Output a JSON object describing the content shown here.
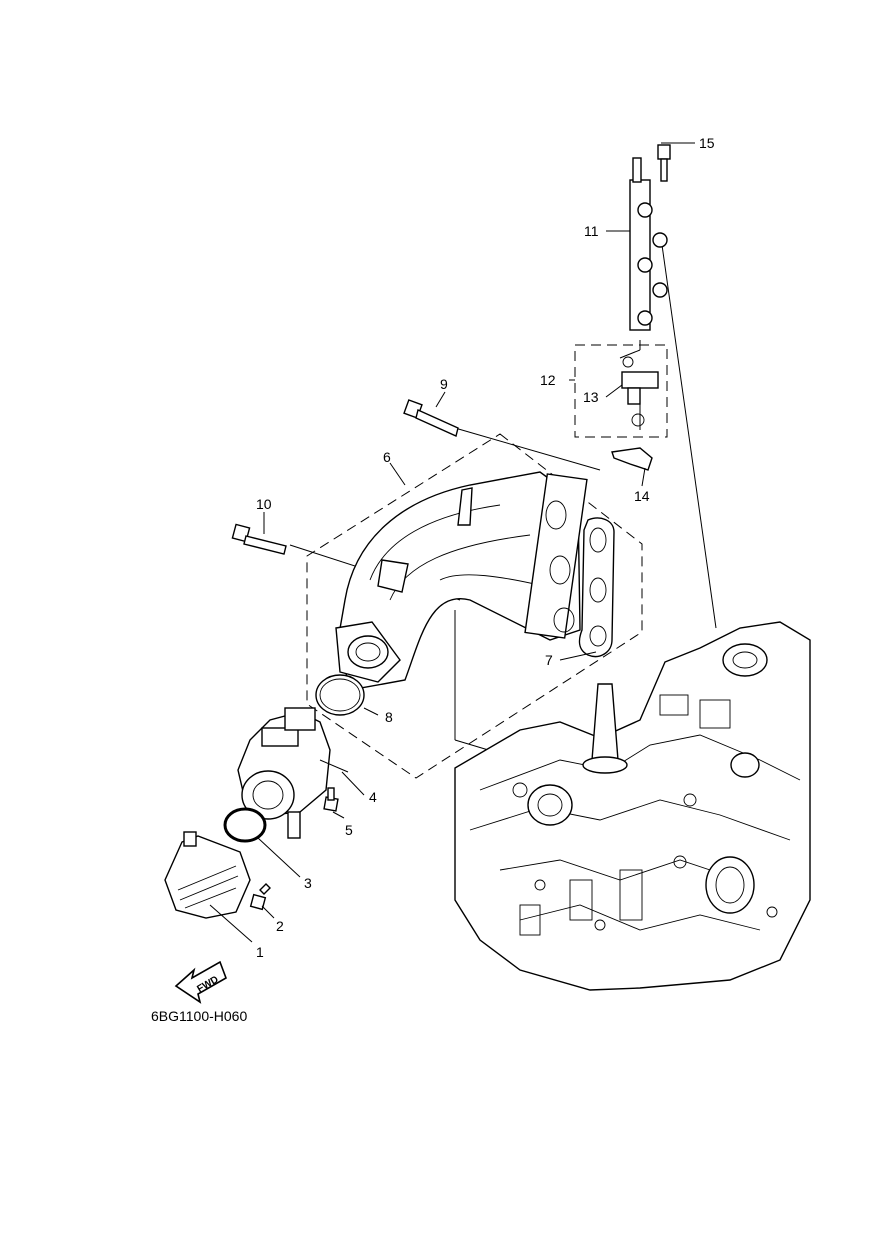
{
  "diagram_code": "6BG1100-H060",
  "fwd_label": "FWD",
  "callouts": [
    {
      "id": "1",
      "label": "1"
    },
    {
      "id": "2",
      "label": "2"
    },
    {
      "id": "3",
      "label": "3"
    },
    {
      "id": "4",
      "label": "4"
    },
    {
      "id": "5",
      "label": "5"
    },
    {
      "id": "6",
      "label": "6"
    },
    {
      "id": "7",
      "label": "7"
    },
    {
      "id": "8",
      "label": "8"
    },
    {
      "id": "9",
      "label": "9"
    },
    {
      "id": "10",
      "label": "10"
    },
    {
      "id": "11",
      "label": "11"
    },
    {
      "id": "12",
      "label": "12"
    },
    {
      "id": "13",
      "label": "13"
    },
    {
      "id": "14",
      "label": "14"
    },
    {
      "id": "15",
      "label": "15"
    }
  ]
}
